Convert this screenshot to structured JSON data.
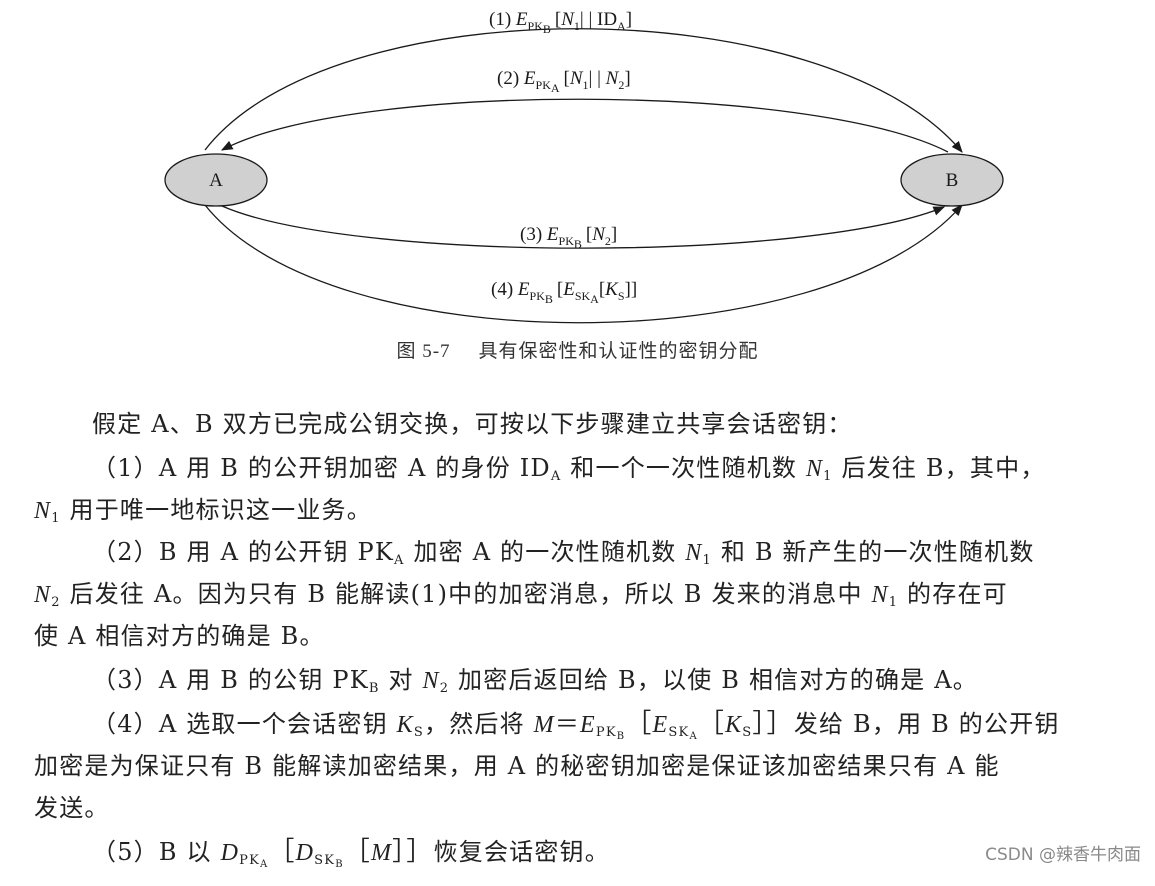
{
  "diagram": {
    "node_a": "A",
    "node_b": "B",
    "msg1": {
      "num": "(1)",
      "E": "E",
      "sub": "PK",
      "subsub": "B",
      "content_a": "[",
      "N": "N",
      "n_sub": "1",
      "content_b": "| | ID",
      "id_sub": "A",
      "close": "]"
    },
    "msg2": {
      "num": "(2)",
      "E": "E",
      "sub": "PK",
      "subsub": "A",
      "content_a": "[",
      "N": "N",
      "n_sub": "1",
      "content_b": "| | ",
      "N2": "N",
      "n2_sub": "2",
      "close": "]"
    },
    "msg3": {
      "num": "(3)",
      "E": "E",
      "sub": "PK",
      "subsub": "B",
      "open": "[",
      "N": "N",
      "n_sub": "2",
      "close": "]"
    },
    "msg4": {
      "num": "(4)",
      "E": "E",
      "sub": "PK",
      "subsub": "B",
      "open": "[",
      "E2": "E",
      "sub2": "SK",
      "subsub2": "A",
      "open2": "[",
      "K": "K",
      "k_sub": "S",
      "close": "]]"
    }
  },
  "caption": {
    "number": "图 5-7",
    "text": "具有保密性和认证性的密钥分配"
  },
  "paragraphs": {
    "intro": "假定 A、B 双方已完成公钥交换，可按以下步骤建立共享会话密钥：",
    "p1_a": "（1）A 用 B 的公开钥加密 A 的身份 ID",
    "p1_sub": "A",
    "p1_b": " 和一个一次性随机数 ",
    "p1_N": "N",
    "p1_n": "1",
    "p1_c": " 后发往 B，其中，",
    "p1_line2_N": "N",
    "p1_line2_n": "1",
    "p1_line2": " 用于唯一地标识这一业务。",
    "p2_a": "（2）B 用 A 的公开钥 PK",
    "p2_sub": "A",
    "p2_b": " 加密 A 的一次性随机数 ",
    "p2_N": "N",
    "p2_n": "1",
    "p2_c": " 和 B 新产生的一次性随机数",
    "p2_line2_N": "N",
    "p2_line2_n": "2",
    "p2_line2_a": " 后发往 A。因为只有 B 能解读(1)中的加密消息，所以 B 发来的消息中 ",
    "p2_line2_N1": "N",
    "p2_line2_n1": "1",
    "p2_line2_b": " 的存在可",
    "p2_line3": "使 A 相信对方的确是 B。",
    "p3_a": "（3）A 用 B 的公钥 PK",
    "p3_sub": "B",
    "p3_b": " 对 ",
    "p3_N": "N",
    "p3_n": "2",
    "p3_c": " 加密后返回给 B，以使 B 相信对方的确是 A。",
    "p4_a": "（4）A 选取一个会话密钥 ",
    "p4_K": "K",
    "p4_ks": "S",
    "p4_b": "，然后将 ",
    "p4_M": "M",
    "p4_eq": "＝",
    "p4_E": "E",
    "p4_pk": "PK",
    "p4_pkb": "B",
    "p4_open": "［",
    "p4_E2": "E",
    "p4_sk": "SK",
    "p4_ska": "A",
    "p4_open2": "［",
    "p4_K2": "K",
    "p4_ks2": "S",
    "p4_close": "］］",
    "p4_c": "发给 B，用 B 的公开钥",
    "p4_line2": "加密是为保证只有 B 能解读加密结果，用 A 的秘密钥加密是保证该加密结果只有 A 能",
    "p4_line3": "发送。",
    "p5_a": "（5）B 以 ",
    "p5_D": "D",
    "p5_pk": "PK",
    "p5_pka": "A",
    "p5_open": "［",
    "p5_D2": "D",
    "p5_sk": "SK",
    "p5_skb": "B",
    "p5_open2": "［",
    "p5_M": "M",
    "p5_close": "］］",
    "p5_b": "恢复会话密钥。"
  },
  "watermark": "CSDN @辣香牛肉面"
}
